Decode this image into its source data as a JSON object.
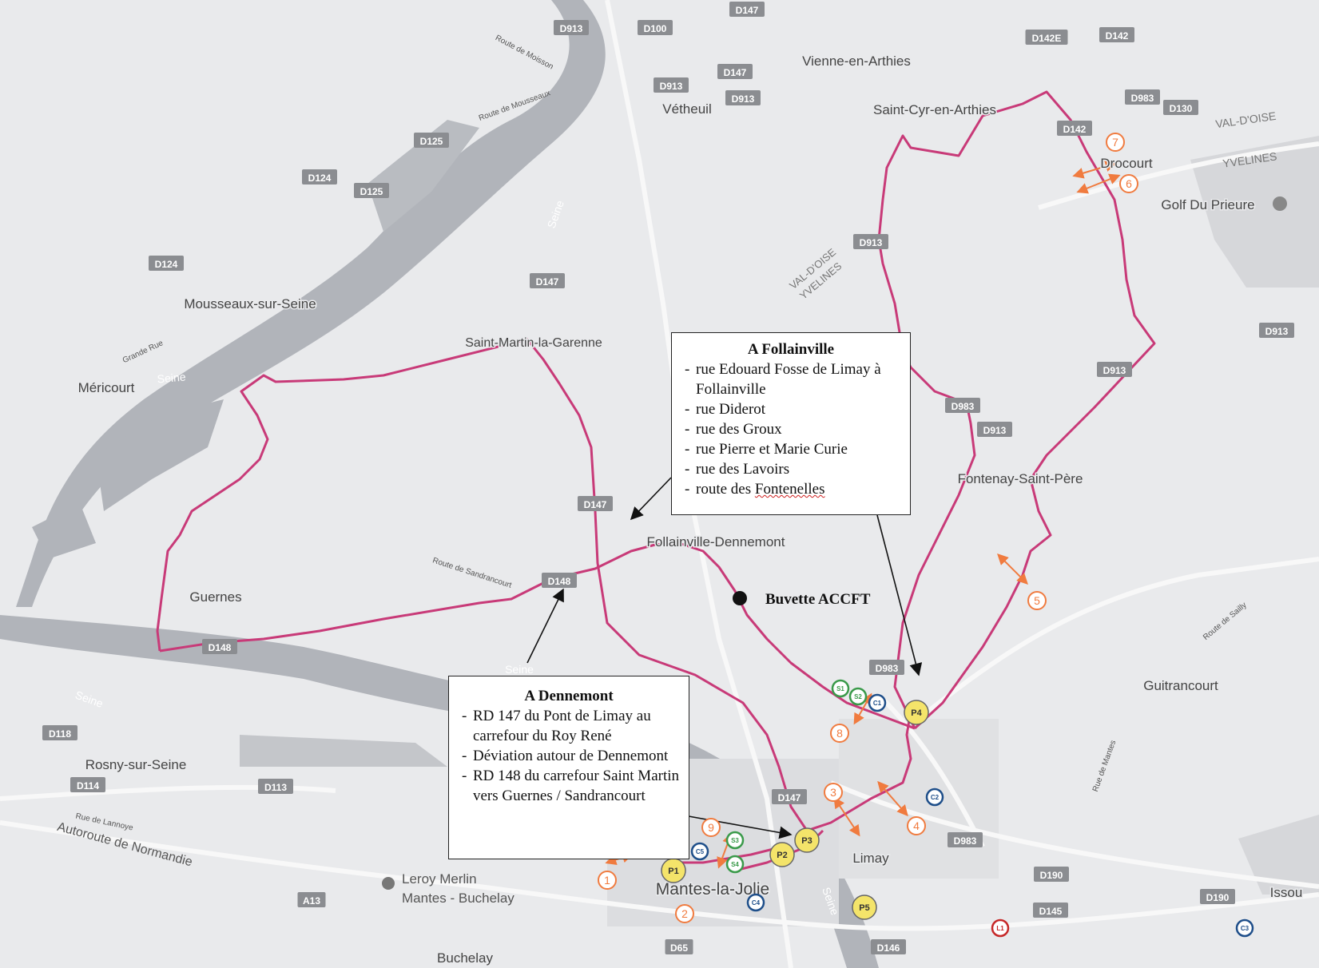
{
  "colors": {
    "route": "#c83a78",
    "land": "#e9eaec",
    "water": "#b1b4ba",
    "road_label_bg": "#8b8d91",
    "orange_marker": "#f07b3f",
    "parking_marker": "#f4e46a",
    "green_marker": "#3a9a4a",
    "blue_marker": "#1f4f8a",
    "red_marker": "#c62828"
  },
  "towns": [
    {
      "name": "Vienne-en-Arthies"
    },
    {
      "name": "Vétheuil"
    },
    {
      "name": "Saint-Cyr-en-Arthies"
    },
    {
      "name": "Drocourt"
    },
    {
      "name": "Golf Du Prieure"
    },
    {
      "name": "Mousseaux-sur-Seine"
    },
    {
      "name": "Saint-Martin-la-Garenne"
    },
    {
      "name": "Méricourt"
    },
    {
      "name": "Follainville-Dennemont"
    },
    {
      "name": "Guernes"
    },
    {
      "name": "Fontenay-Saint-Père"
    },
    {
      "name": "Guitrancourt"
    },
    {
      "name": "Rosny-sur-Seine"
    },
    {
      "name": "Limay"
    },
    {
      "name": "Mantes-la-Jolie"
    },
    {
      "name": "Issou"
    },
    {
      "name": "Buchelay"
    }
  ],
  "poi": {
    "name": "Leroy Merlin Mantes - Buchelay"
  },
  "region_labels": [
    "VAL-D'OISE",
    "YVELINES"
  ],
  "region_border_label": [
    "VAL-D'OISE",
    "YVELINES"
  ],
  "road_labels": [
    "D147",
    "D913",
    "D100",
    "D142E",
    "D142",
    "D913",
    "D147",
    "D983",
    "D130",
    "D913",
    "D125",
    "D124",
    "D125",
    "D142",
    "D913",
    "D124",
    "D147",
    "D913",
    "D913",
    "D983",
    "D913",
    "D147",
    "D148",
    "D148",
    "D118",
    "D114",
    "D113",
    "D983",
    "D147",
    "D983",
    "D190",
    "D190",
    "D145",
    "D65",
    "D146",
    "A13"
  ],
  "street_labels": [
    "Route de Moisson",
    "Route de Mousseaux",
    "Grande Rue",
    "Route de Sandrancourt",
    "Rue de Mantes",
    "Route de Sailly",
    "Rue de Lannoye",
    "Autoroute de Normandie"
  ],
  "water_labels": [
    "Seine",
    "Seine",
    "Seine",
    "Seine",
    "Seine"
  ],
  "numbered_markers": [
    "1",
    "2",
    "3",
    "4",
    "5",
    "6",
    "7",
    "8",
    "9"
  ],
  "parking_markers": [
    "P1",
    "P2",
    "P3",
    "P4",
    "P5"
  ],
  "small_markers": {
    "green": [
      "S1",
      "S2",
      "S3",
      "S4"
    ],
    "blue": [
      "C1",
      "C2",
      "C3",
      "C4",
      "C5"
    ],
    "red": [
      "L1"
    ]
  },
  "follainville_box": {
    "title": "A Follainville",
    "items": [
      "rue Edouard Fosse de Limay à Follainville",
      "rue Diderot",
      "rue des Groux",
      "rue Pierre et Marie Curie",
      "rue des Lavoirs",
      "route des Fontenelles"
    ]
  },
  "dennemont_box": {
    "title": "A Dennemont",
    "items": [
      "RD 147 du Pont de Limay au carrefour du Roy René",
      "Déviation autour de Dennemont",
      "RD 148 du carrefour Saint Martin vers Guernes / Sandrancourt"
    ]
  },
  "buvette": {
    "label": "Buvette ACCFT"
  }
}
